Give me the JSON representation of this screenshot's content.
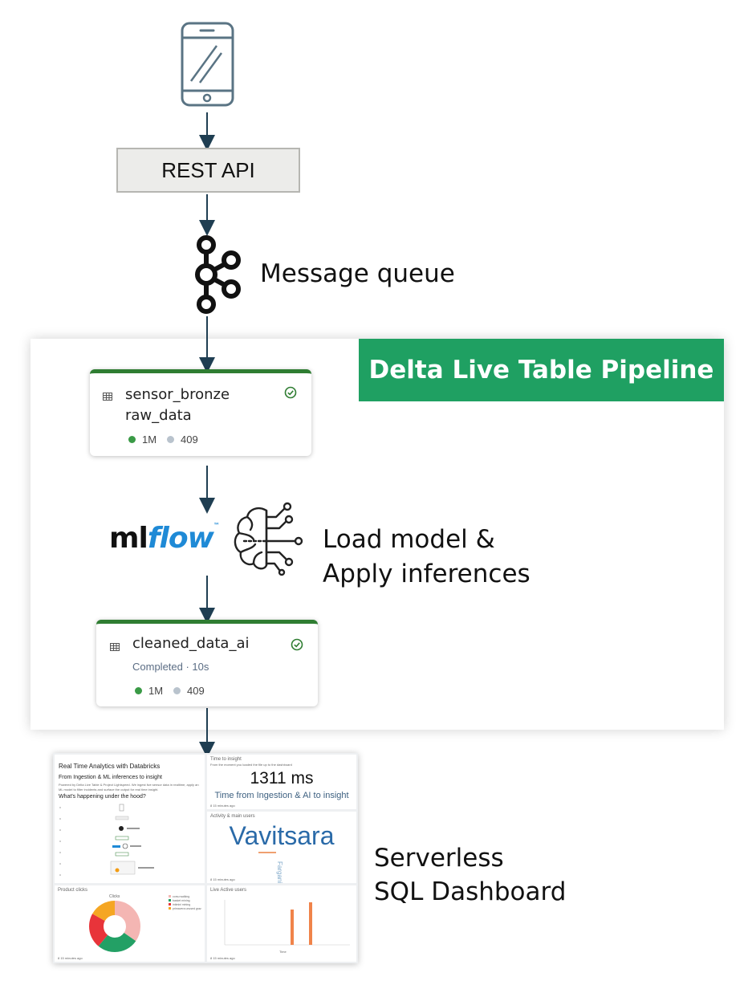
{
  "rest_api": {
    "label": "REST API"
  },
  "message_queue": {
    "label": "Message queue"
  },
  "pipeline": {
    "banner": "Delta Live Table Pipeline"
  },
  "sensor_bronze": {
    "title": "sensor_bronze",
    "subtitle": "raw_data",
    "stats": [
      {
        "label": "1M",
        "color": "#3a9a46"
      },
      {
        "label": "409",
        "color": "#b9c3cd"
      }
    ]
  },
  "mlflow": {
    "ml": "ml",
    "flow": "flow",
    "tm": "™"
  },
  "model_step": {
    "line1": "Load model &",
    "line2": "Apply inferences"
  },
  "cleaned_data_ai": {
    "title": "cleaned_data_ai",
    "status": "Completed · 10s",
    "stats": [
      {
        "label": "1M",
        "color": "#3a9a46"
      },
      {
        "label": "409",
        "color": "#b9c3cd"
      }
    ]
  },
  "dashboard_label": {
    "line1": "Serverless",
    "line2": "SQL Dashboard"
  },
  "dashboard": {
    "title": "Real Time Analytics with Databricks",
    "heading": "From Ingestion & ML inferences to insight",
    "intro": "Powered by Delta Live Table & Project Lightspeed. We ingest live sensor data in realtime, apply an ML model to filter incidents and surface the output for real time insight.",
    "under_hood": "What's happening under the hood?",
    "time_to_insight": {
      "title": "Time to insight",
      "subtitle": "From the moment you loaded the file up to the dashboard",
      "value": "1311 ms",
      "caption": "Time from Ingestion & AI to insight",
      "updated": "8 15 minutes ago"
    },
    "activity": {
      "title": "Activity & main users",
      "name_main": "Vavitsara",
      "name_vertical": "Fargani",
      "updated": "8 15 minutes ago"
    },
    "product_clicks": {
      "title": "Product clicks",
      "chart_label": "Clicks",
      "legend": [
        "corsu walking",
        "basket mining",
        "intimini mining",
        "primavera unused graz"
      ],
      "updated": "8 15 minutes ago"
    },
    "live_active_users": {
      "title": "Live Active users",
      "x_label": "Time",
      "updated": "8 15 minutes ago"
    }
  },
  "colors": {
    "arrow": "#1f3e52",
    "banner": "#1fa062",
    "card_border": "#2f7d32",
    "check": "#2f7d32"
  },
  "icons": [
    "smartphone-icon",
    "kafka-icon",
    "table-icon",
    "check-circle-icon",
    "brain-ai-icon"
  ]
}
